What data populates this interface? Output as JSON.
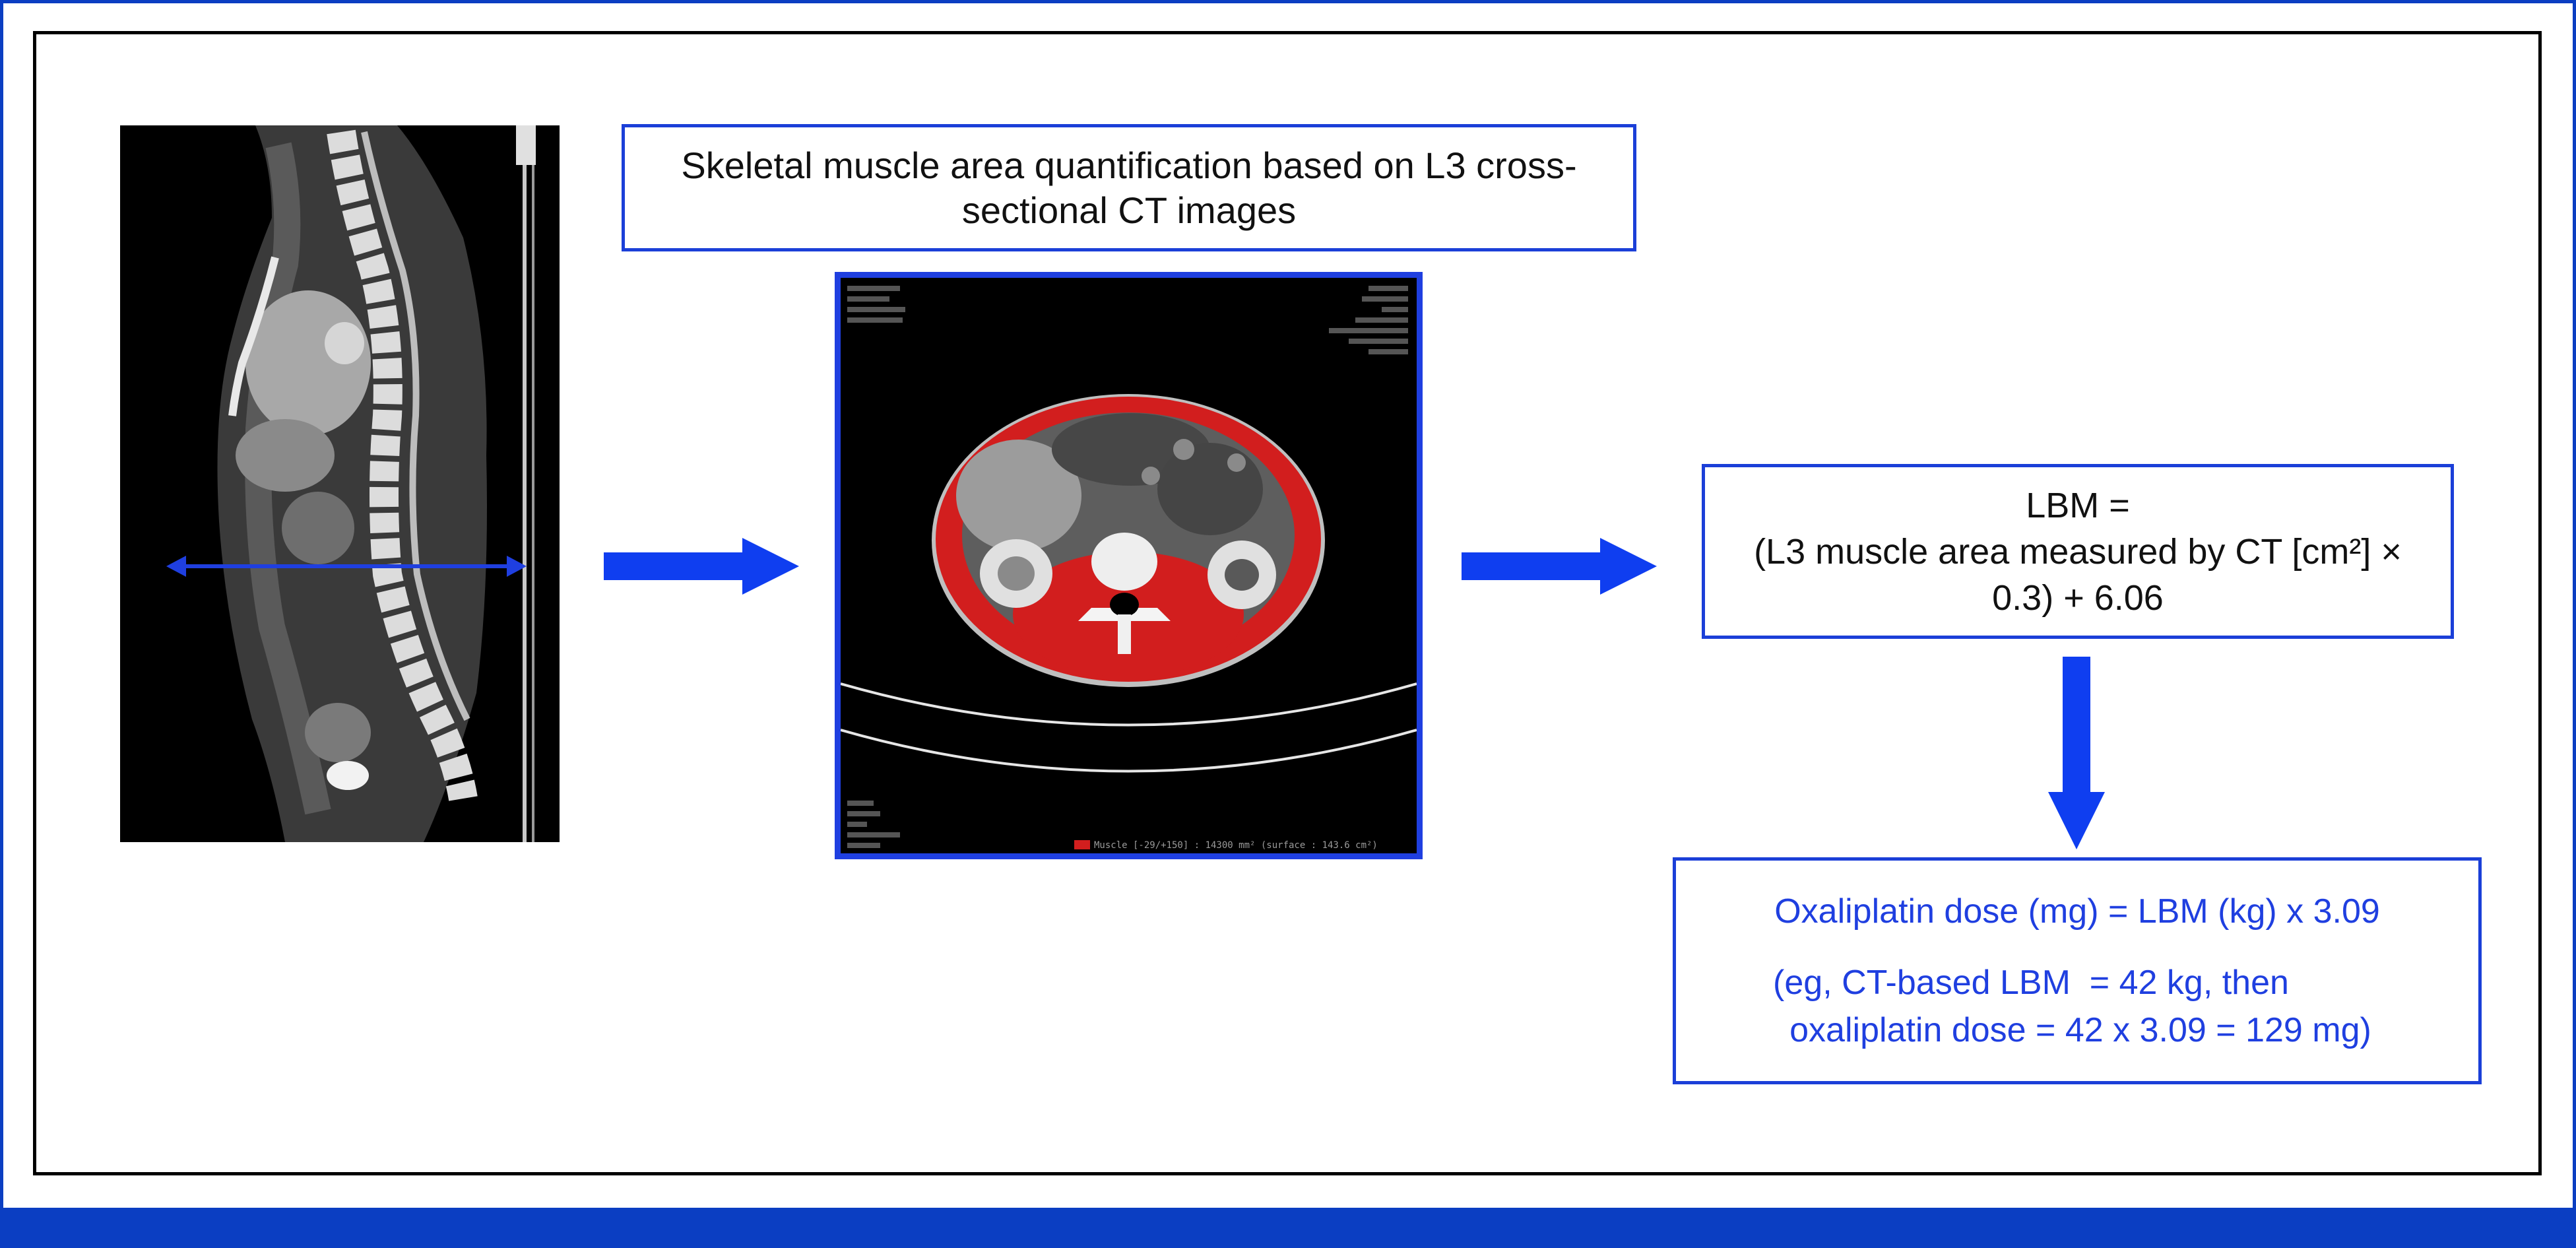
{
  "colors": {
    "accent_blue": "#0b3ec2",
    "box_border": "#1b3fd8",
    "muscle_red": "#d21e1e",
    "text_blue": "#1f3fe0"
  },
  "title_box": {
    "line1": "Skeletal muscle area quantification based on L3 cross-",
    "line2": "sectional CT images"
  },
  "lbm_box": {
    "line1": "LBM =",
    "line2": "(L3 muscle area measured by CT [cm²] ×",
    "line3": "0.3) + 6.06"
  },
  "dose_box": {
    "line1": "Oxaliplatin dose (mg) = LBM (kg) x 3.09",
    "line2": "(eg, CT-based LBM  = 42 kg, then",
    "line3": "oxaliplatin dose = 42 x 3.09 = 129 mg)"
  },
  "ct_legend": {
    "label": "Muscle [-29/+150] : 14300 mm² (surface : 143.6 cm²)"
  },
  "icons": {
    "measure": "double-headed-arrow-icon",
    "flow": "right-arrow-icon",
    "flow_down": "down-arrow-icon"
  }
}
